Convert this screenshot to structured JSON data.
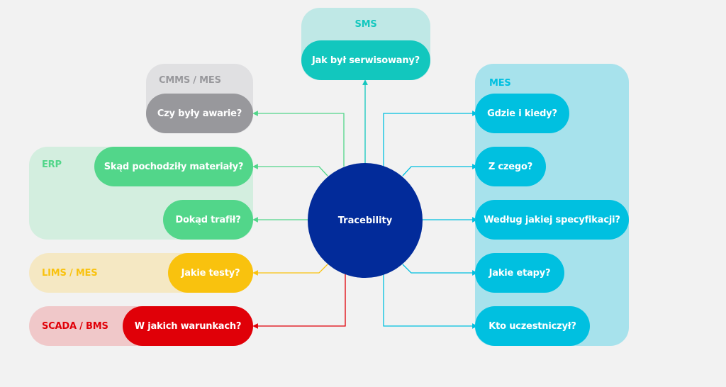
{
  "title": "Tracebility",
  "colors": {
    "background": "#f2f2f2",
    "center": "#022b9a",
    "teal": "#12c7be",
    "teal_bg": "#bfe8e6",
    "gray": "#98989c",
    "gray_bg": "#e0e0e2",
    "green": "#52d68a",
    "green_bg": "#d3eedf",
    "yellow": "#f9c20e",
    "yellow_bg": "#f5e8c3",
    "red": "#e00008",
    "red_bg": "#f0c8c9",
    "cyan": "#00c0e0",
    "cyan_bg": "#a7e2ec"
  },
  "groups": {
    "sms": {
      "label": "SMS",
      "items": [
        "Jak był serwisowany?"
      ]
    },
    "cmms": {
      "label": "CMMS / MES",
      "items": [
        "Czy były awarie?"
      ]
    },
    "erp": {
      "label": "ERP",
      "items": [
        "Skąd pochodziły materiały?",
        "Dokąd trafił?"
      ]
    },
    "lims": {
      "label": "LIMS / MES",
      "items": [
        "Jakie testy?"
      ]
    },
    "scada": {
      "label": "SCADA / BMS",
      "items": [
        "W jakich warunkach?"
      ]
    },
    "mes": {
      "label": "MES",
      "items": [
        "Gdzie i kiedy?",
        "Z czego?",
        "Według jakiej specyfikacji?",
        "Jakie etapy?",
        "Kto uczestniczył?"
      ]
    }
  }
}
